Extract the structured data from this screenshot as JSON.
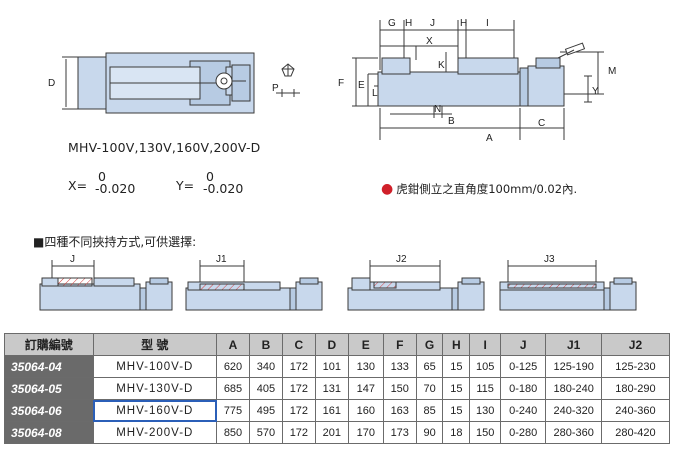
{
  "models_line": "MHV-100V,130V,160V,200V-D",
  "tolerance": {
    "x_label": "X=",
    "x_top": "0",
    "x_bottom": "-0.020",
    "y_label": "Y=",
    "y_top": "0",
    "y_bottom": "-0.020"
  },
  "note": "虎鉗側立之直角度100mm/0.02內.",
  "section_title": "■四種不同挾持方式,可供選擇:",
  "diagram_labels": {
    "top_view": {
      "D": "D",
      "P": "P"
    },
    "side_view": {
      "G": "G",
      "H1": "H",
      "J": "J",
      "H2": "H",
      "I": "I",
      "X": "X",
      "K": "K",
      "F": "F",
      "E": "E",
      "L": "L",
      "M": "M",
      "Y": "Y",
      "N": "N",
      "B": "B",
      "A": "A",
      "C": "C"
    },
    "clamp_modes": [
      "J",
      "J1",
      "J2",
      "J3"
    ]
  },
  "table": {
    "headers": [
      "訂購編號",
      "型 號",
      "A",
      "B",
      "C",
      "D",
      "E",
      "F",
      "G",
      "H",
      "I",
      "J",
      "J1",
      "J2"
    ],
    "rows": [
      [
        "35064-04",
        "MHV-100V-D",
        "620",
        "340",
        "172",
        "101",
        "130",
        "133",
        "65",
        "15",
        "105",
        "0-125",
        "125-190",
        "125-230"
      ],
      [
        "35064-05",
        "MHV-130V-D",
        "685",
        "405",
        "172",
        "131",
        "147",
        "150",
        "70",
        "15",
        "115",
        "0-180",
        "180-240",
        "180-290"
      ],
      [
        "35064-06",
        "MHV-160V-D",
        "775",
        "495",
        "172",
        "161",
        "160",
        "163",
        "85",
        "15",
        "130",
        "0-240",
        "240-320",
        "240-360"
      ],
      [
        "35064-08",
        "MHV-200V-D",
        "850",
        "570",
        "172",
        "201",
        "170",
        "173",
        "90",
        "18",
        "150",
        "0-280",
        "280-360",
        "280-420"
      ]
    ],
    "highlighted_model_row": 2
  },
  "colors": {
    "body_blue": "#c8d8ec",
    "outline": "#3a3a3a",
    "hatch_red": "#d24040",
    "code_bg": "#6a6a6a",
    "header_bg": "#c9c9c9",
    "highlight": "#2b5fb8",
    "note_dot": "#d0202a"
  }
}
